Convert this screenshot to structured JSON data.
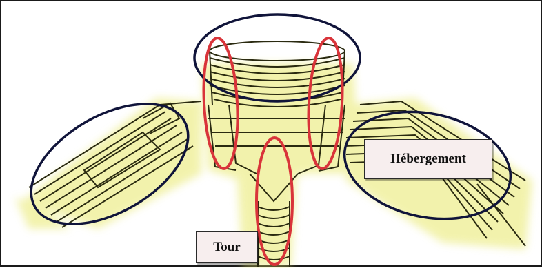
{
  "labels": {
    "hebergement": "Hébergement",
    "tour": "Tour"
  },
  "colors": {
    "frame": "#1a1a1a",
    "sketch_line": "#2a2a10",
    "highlight_yellow": "#e8e86a",
    "circle_blue": "#10143a",
    "circle_red": "#d9343a",
    "label_fill": "#f7eeee"
  },
  "annotations": {
    "blue_ellipses": [
      "left-wing",
      "top-cylinder",
      "right-wing"
    ],
    "red_ellipses": [
      "tower-left",
      "tower-right",
      "tower-front"
    ]
  }
}
